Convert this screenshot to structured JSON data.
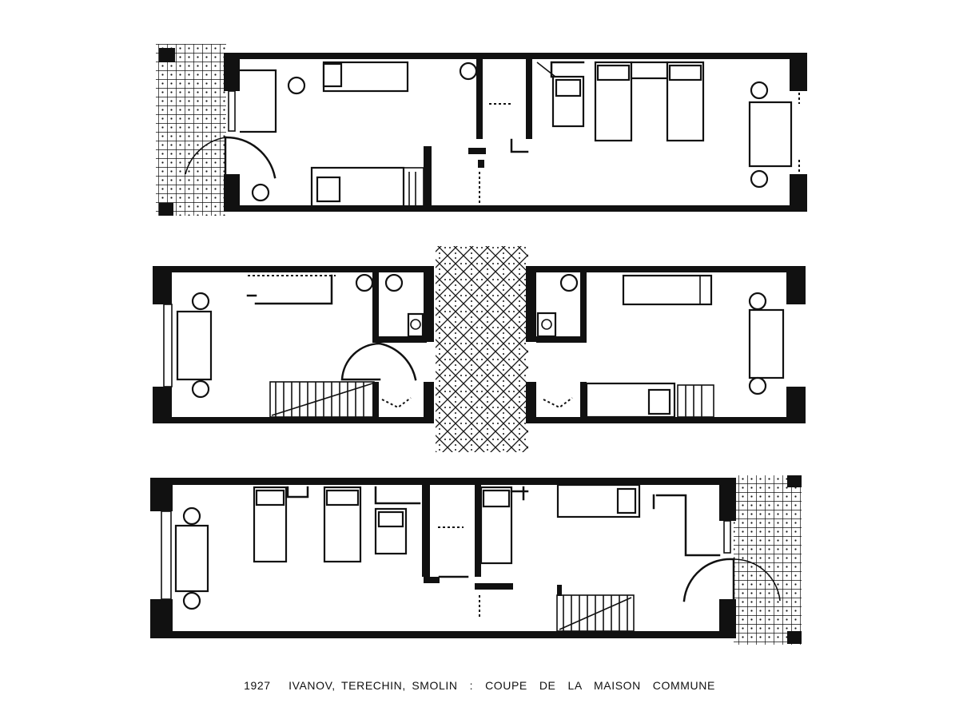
{
  "caption": "1927   IVANOV, TERECHIN, SMOLIN  :  COUPE  DE  LA  MAISON  COMMUNE",
  "colors": {
    "ink": "#111111",
    "paper": "#ffffff"
  },
  "drawing": {
    "type": "architectural floor plans",
    "levels": 3
  }
}
